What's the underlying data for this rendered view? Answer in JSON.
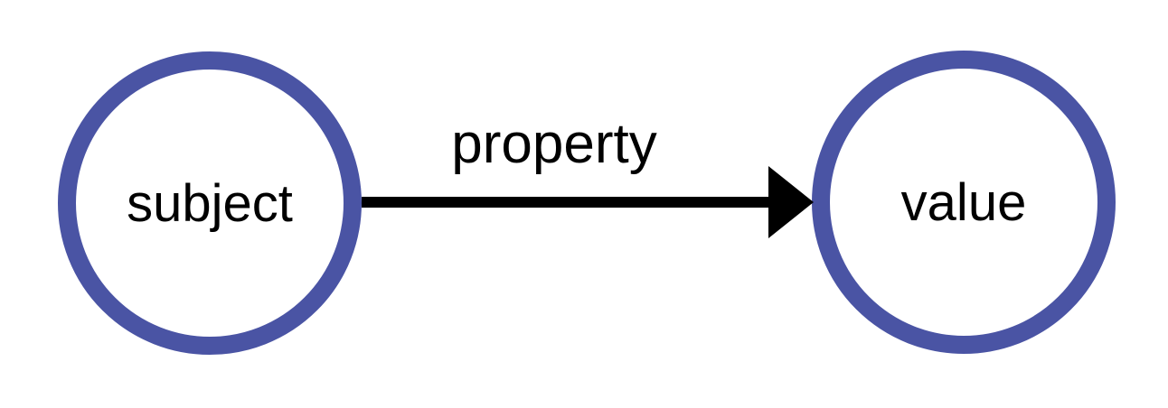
{
  "diagram": {
    "type": "node-edge-graph",
    "nodes": [
      {
        "id": "subject",
        "label": "subject"
      },
      {
        "id": "value",
        "label": "value"
      }
    ],
    "edge": {
      "from": "subject",
      "to": "value",
      "label": "property",
      "direction": "left-to-right"
    },
    "colors": {
      "node_stroke": "#4a54a4",
      "node_fill": "#ffffff",
      "edge": "#000000",
      "label": "#000000",
      "background": "#ffffff"
    }
  }
}
